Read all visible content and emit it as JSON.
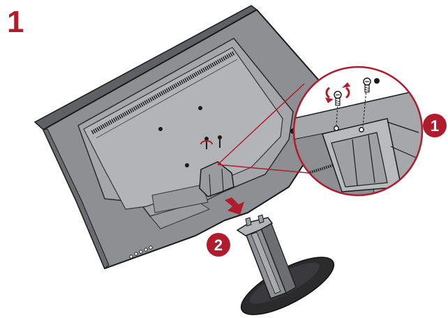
{
  "step": {
    "number": "1"
  },
  "callouts": [
    {
      "label": "1",
      "meaning": "remove-screws"
    },
    {
      "label": "2",
      "meaning": "remove-stand"
    }
  ],
  "colors": {
    "accent": "#b01c2e",
    "monitor_body": "#8f9094",
    "monitor_panel": "#a8a9ad",
    "outline": "#1a1a1a",
    "stand_dark": "#2b2b2e",
    "background": "#ffffff"
  },
  "icons": [
    "screw-icon",
    "rotate-arrow-icon",
    "pull-arrow-icon"
  ]
}
